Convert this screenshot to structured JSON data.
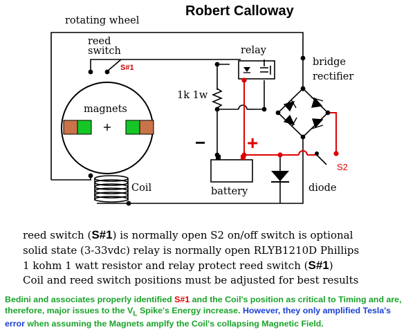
{
  "title": "Robert Calloway",
  "labels": {
    "rotating_wheel": "rotating wheel",
    "reed": "reed",
    "switch": "switch",
    "s1": "S#1",
    "relay": "relay",
    "bridge": "bridge",
    "rectifier": "rectifier",
    "resistor": "1k 1w",
    "magnets": "magnets",
    "coil": "Coil",
    "battery": "battery",
    "diode": "diode",
    "s2": "S2",
    "minus": "−",
    "plus": "+"
  },
  "description": {
    "line1": {
      "a": "reed switch (",
      "b": "S#1",
      "c": ") is normally open   S2 on/off switch is optional"
    },
    "line2": "solid state (3-33vdc) relay is normally open RLYB1210D Phillips",
    "line3": {
      "a": "1 kohm 1 watt resistor and relay protect reed switch (",
      "b": "S#1",
      "c": ")"
    },
    "line4": "Coil and reed switch positions must be adjusted for best results"
  },
  "note": {
    "p1": "Bedini and associates properly identified ",
    "p2": "S#1",
    "p3": " and the Coil's position ",
    "p4": "as critical to Timing and are, therefore, major issues to the V",
    "p5": "L",
    "p6": " Spike's Energy increase. ",
    "p7": "However, they only amplified Tesla's error",
    "p8": " when assuming the Magnets amplfy the Coil's collapsing Magnetic Field."
  },
  "colors": {
    "wire": "#000000",
    "positive_wire": "#e00000",
    "magnet_green": "#16c626",
    "magnet_brown": "#c9734a",
    "note_green": "#1aa32a",
    "note_red": "#e00000",
    "note_blue": "#1a3fd6"
  }
}
